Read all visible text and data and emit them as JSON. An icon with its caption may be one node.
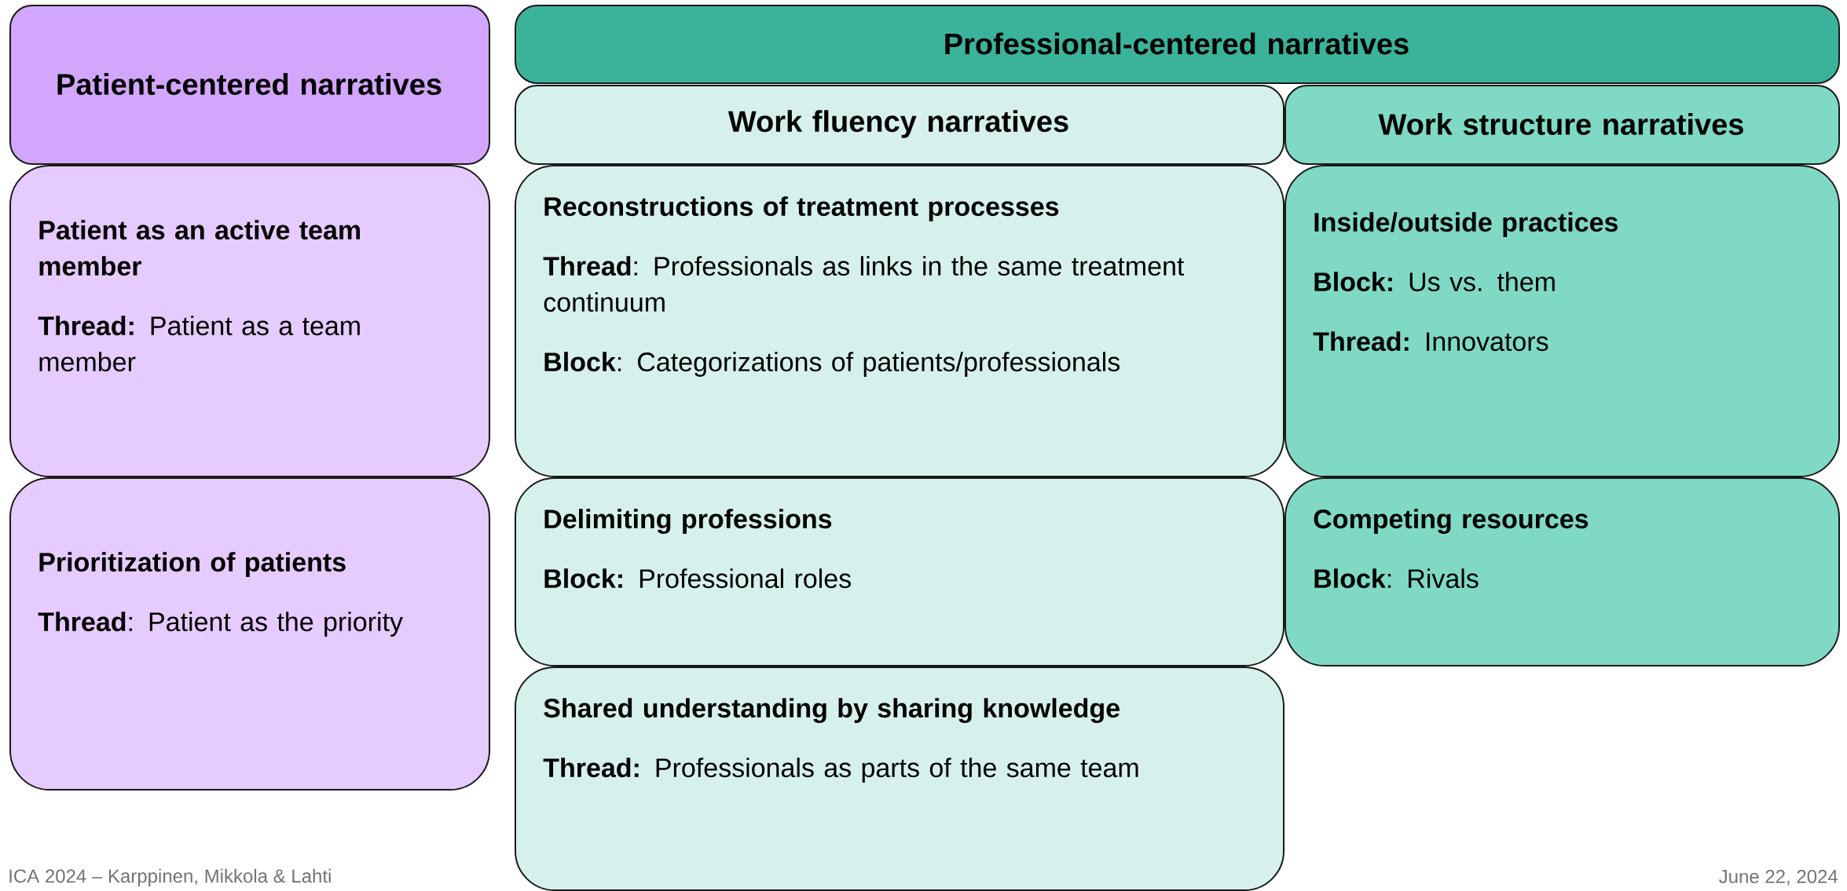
{
  "diagram": {
    "nodes": [
      {
        "text": [
          "Patient-centered narratives"
        ]
      },
      {
        "text": [
          "Professional-centered narratives"
        ]
      },
      {
        "text": [
          "Work fluency narratives"
        ]
      },
      {
        "text": [
          "Work structure narratives"
        ]
      },
      {
        "text": [
          "Patient as an active team member",
          "**Thread:** Patient as a team member"
        ]
      },
      {
        "text": [
          "Prioritization of patients",
          "**Thread**: Patient as the priority"
        ]
      },
      {
        "text": [
          "Reconstructions of treatment processes",
          "**Thread**: Professionals as links in the same treatment continuum",
          "**Block**: Categorizations of patients/professionals"
        ]
      },
      {
        "text": [
          "Inside/outside practices",
          "**Block:** Us vs. them",
          "**Thread:** Innovators"
        ]
      },
      {
        "text": [
          "Delimiting professions",
          "**Block:** Professional roles"
        ]
      },
      {
        "text": [
          "Competing resources",
          "**Block**: Rivals"
        ]
      },
      {
        "text": [
          "Shared understanding by sharing knowledge",
          "**Thread:** Professionals as parts of the same team"
        ]
      }
    ],
    "edges": [],
    "labels": [
      "ICA 2024 – Karppinen, Mikkola & Lahti",
      "June 22, 2024"
    ]
  }
}
